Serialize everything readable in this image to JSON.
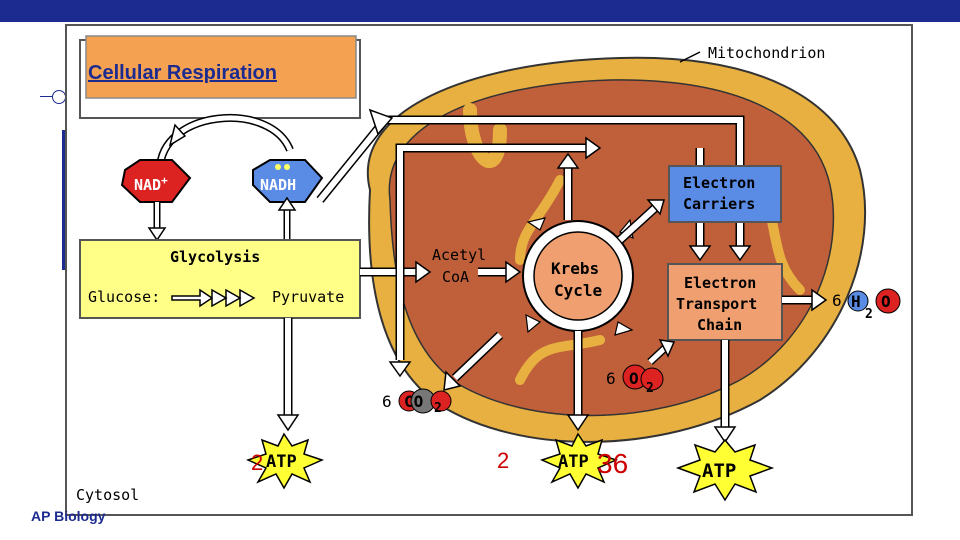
{
  "slide": {
    "title": "Cellular Respiration",
    "footer": "AP Biology"
  },
  "diagram": {
    "mitochondrion_label": "Mitochondrion",
    "cytosol_label": "Cytosol",
    "nad_plus": "NAD",
    "nad_plus_sup": "+",
    "nadh": "NADH",
    "glycolysis": "Glycolysis",
    "glucose": "Glucose:",
    "pyruvate": "Pyruvate",
    "acetyl_line1": "Acetyl",
    "acetyl_line2": "CoA",
    "krebs_line1": "Krebs",
    "krebs_line2": "Cycle",
    "carriers_line1": "Electron",
    "carriers_line2": "Carriers",
    "etc_line1": "Electron",
    "etc_line2": "Transport",
    "etc_line3": "Chain",
    "water_coef": "6",
    "water_h": "H",
    "water_sub": "2",
    "water_o": "O",
    "oxygen_coef": "6",
    "oxygen_o": "O",
    "oxygen_sub": "2",
    "co2_coef": "6",
    "co2_co": "CO",
    "co2_sub": "2",
    "atp_label": "ATP",
    "atp_counts": {
      "glycolysis": "2",
      "krebs": "2",
      "etc": "36"
    }
  },
  "colors": {
    "title": "#1c2b8f",
    "matrix": "#c0603a",
    "membrane": "#e8b040",
    "box_yellow": "#ffff88",
    "box_blue": "#5a8ce6",
    "box_salmon": "#f0a070",
    "nad_red": "#dd2222",
    "atp_star": "#ffff33",
    "count_red": "#cc0000"
  }
}
